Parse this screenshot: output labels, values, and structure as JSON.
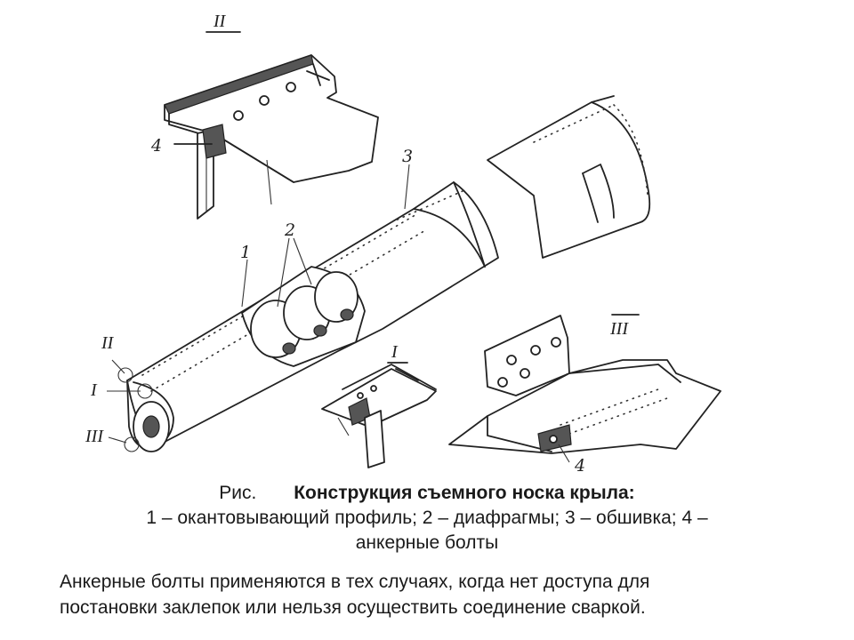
{
  "figure": {
    "labels": {
      "part1": "1",
      "part2": "2",
      "part3": "3",
      "part4_detail2": "4",
      "part4_detail3": "4",
      "detail1": "I",
      "detail2": "II",
      "detail3": "III",
      "callout1": "I",
      "callout2": "II",
      "callout3": "III"
    }
  },
  "caption": {
    "prefix": "Рис.",
    "title": "Конструкция съемного носка крыла:",
    "line2": "1 – окантовывающий профиль; 2 – диафрагмы; 3 – обшивка; 4 –",
    "line3": "анкерные болты"
  },
  "body": {
    "line1": "Анкерные болты применяются в тех случаях, когда нет доступа для",
    "line2": "постановки заклепок или нельзя осуществить соединение сваркой."
  }
}
